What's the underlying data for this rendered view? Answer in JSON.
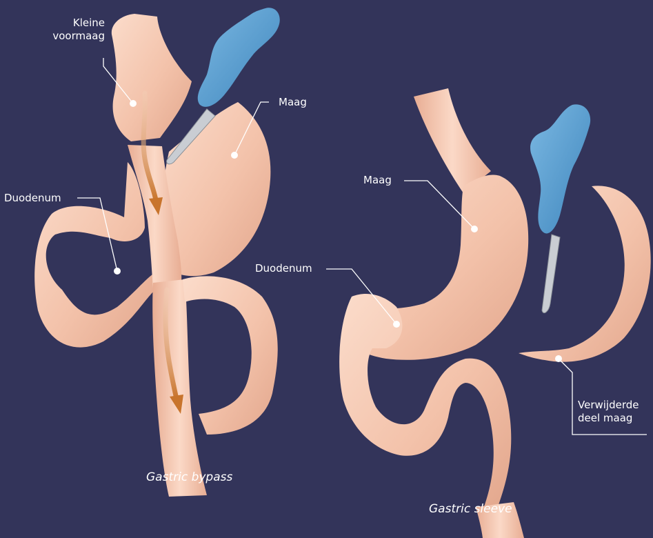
{
  "bypass": {
    "caption": "Gastric bypass",
    "labels": {
      "pouch_line1": "Kleine",
      "pouch_line2": "voormaag",
      "stomach": "Maag",
      "duodenum": "Duodenum"
    }
  },
  "sleeve": {
    "caption": "Gastric sleeve",
    "labels": {
      "stomach": "Maag",
      "duodenum": "Duodenum",
      "removed_line1": "Verwijderde",
      "removed_line2": "deel maag"
    }
  },
  "colors": {
    "background": "#33345a",
    "tissue": "#f3c2aa",
    "tissue_shadow": "#e2a68c",
    "tissue_highlight": "#fbdccb",
    "glove": "#5ea3d3",
    "blade": "#c9cdd3",
    "flow_arrow": "#c8742c"
  }
}
